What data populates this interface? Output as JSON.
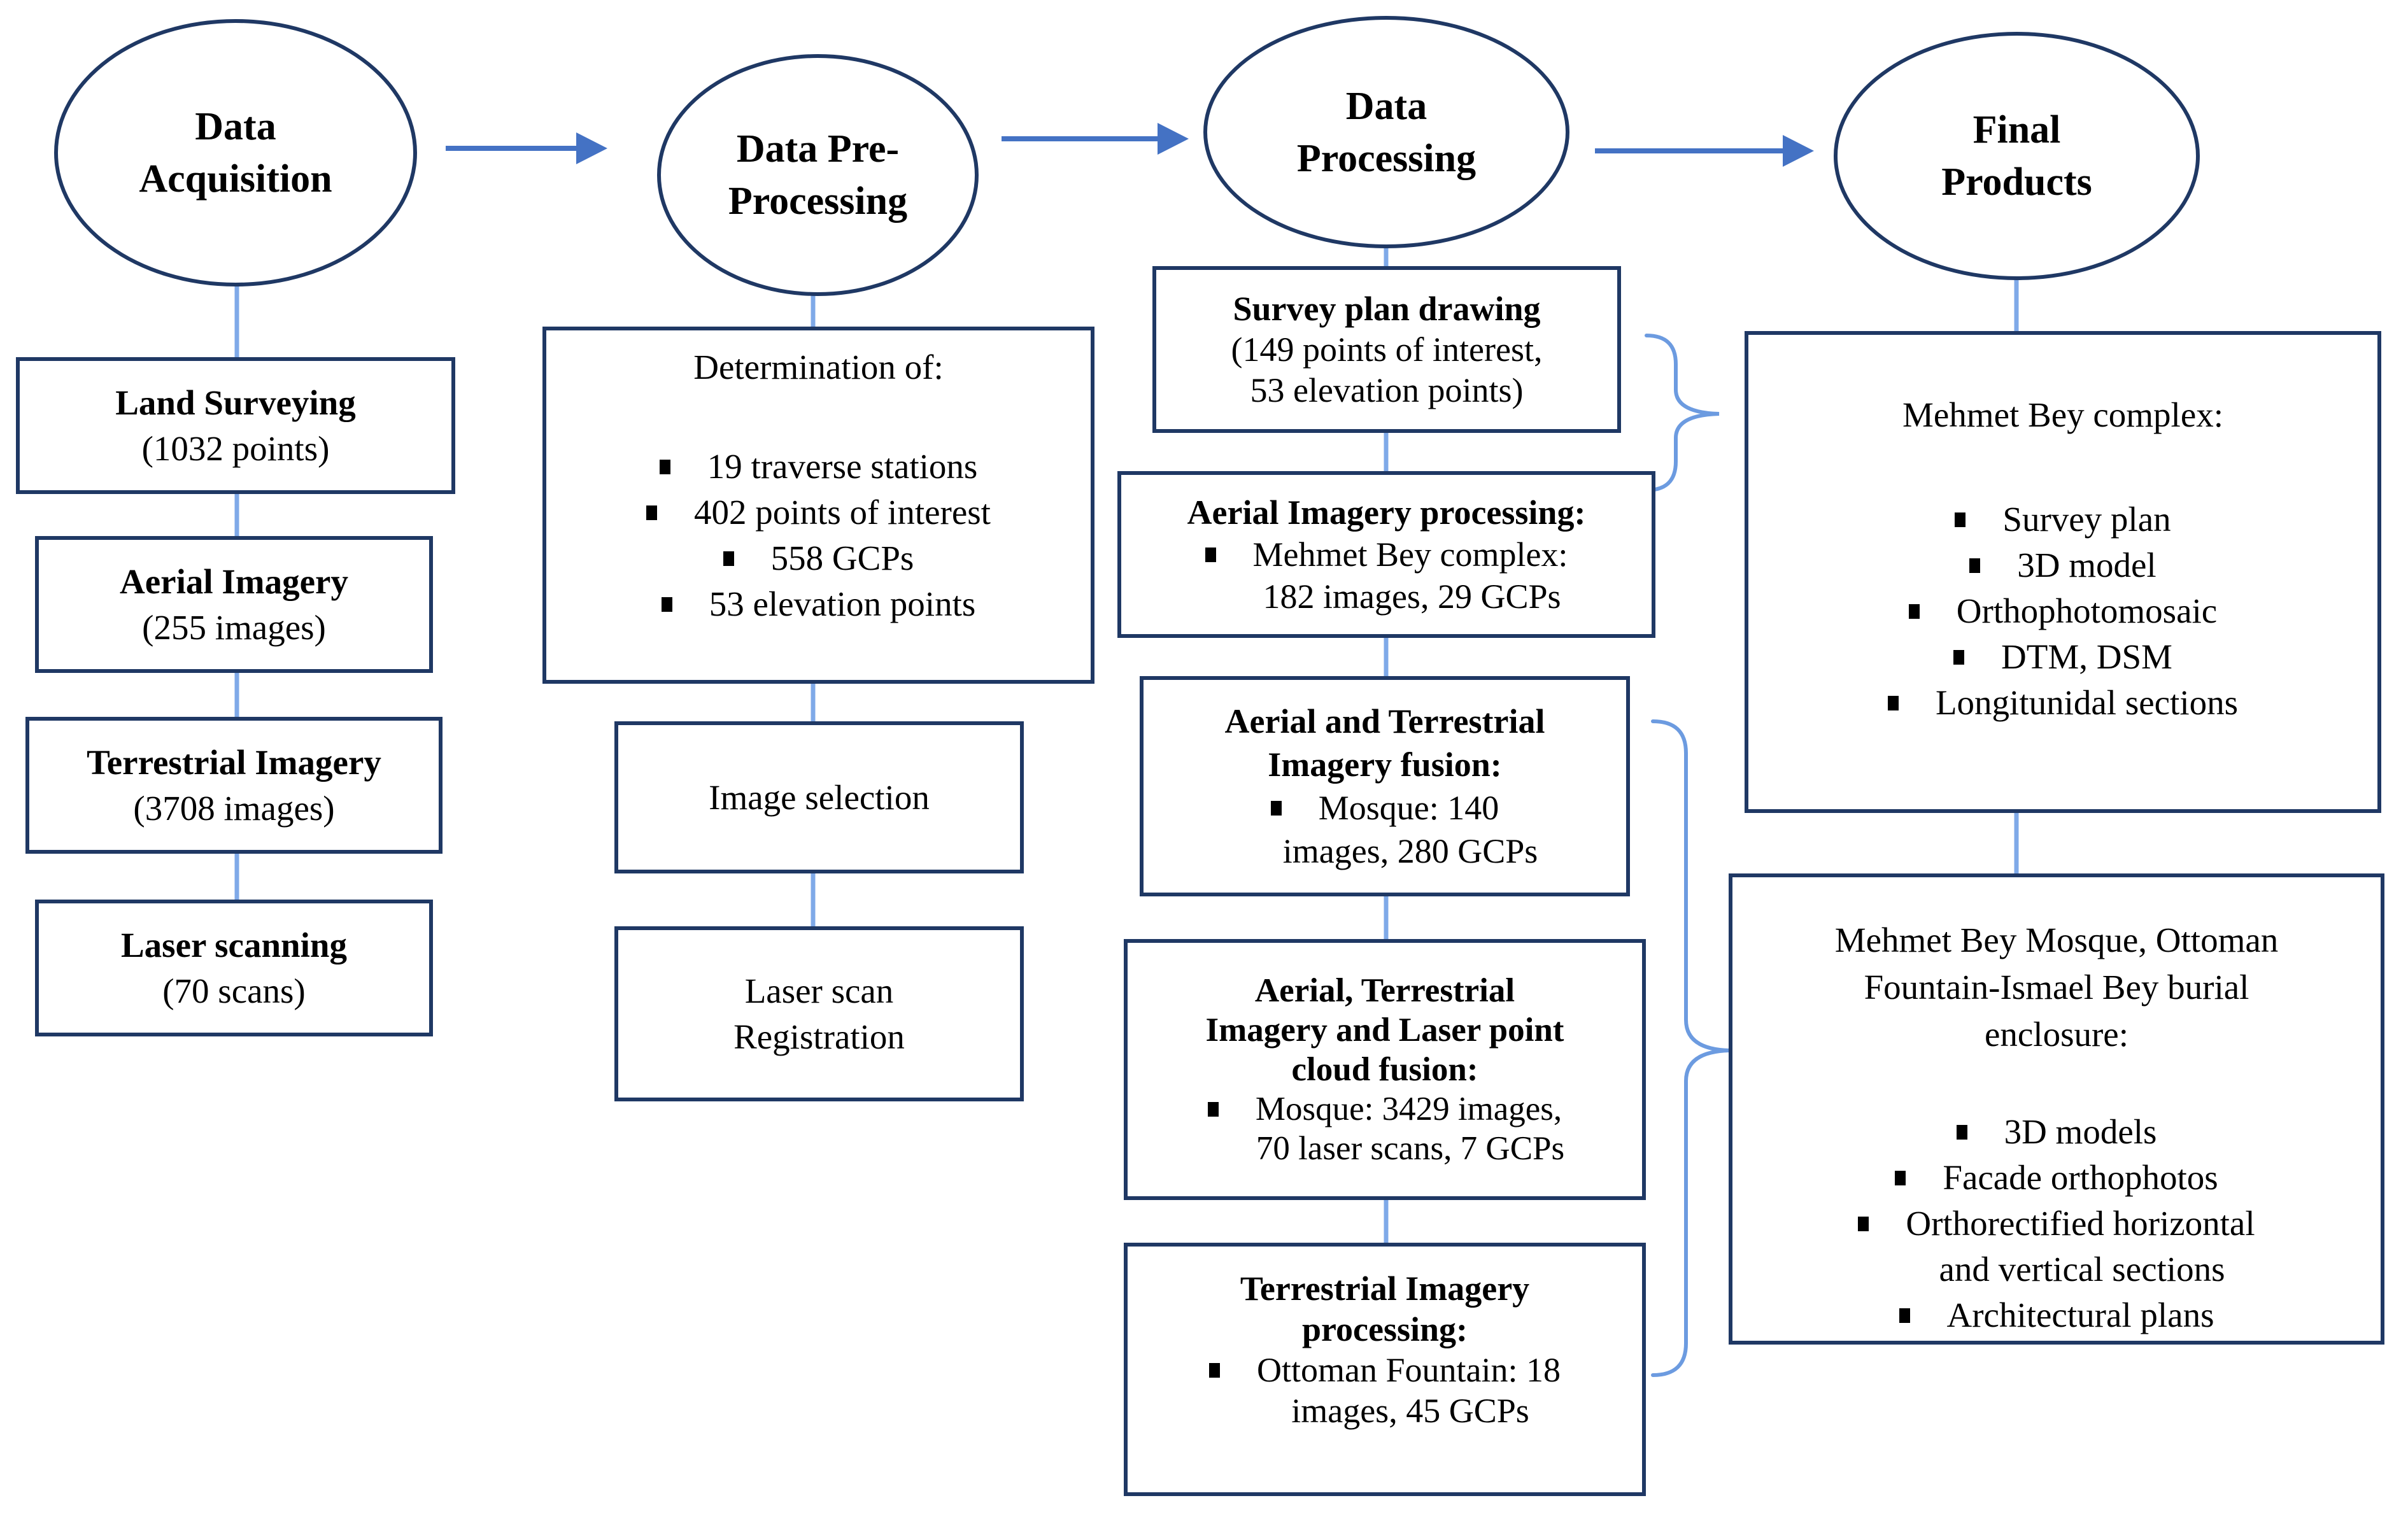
{
  "diagram": {
    "stage1": {
      "ellipse": [
        "Data",
        "Acquisition"
      ],
      "boxes": [
        {
          "title": "Land Surveying",
          "subtitle": "(1032 points)"
        },
        {
          "title": "Aerial Imagery",
          "subtitle": "(255 images)"
        },
        {
          "title": "Terrestrial Imagery",
          "subtitle": "(3708 images)"
        },
        {
          "title": "Laser scanning",
          "subtitle": "(70 scans)"
        }
      ]
    },
    "stage2": {
      "ellipse": [
        "Data Pre-",
        "Processing"
      ],
      "determination": {
        "title": "Determination of:",
        "bullets": [
          "19 traverse stations",
          "402 points of interest",
          "558 GCPs",
          "53 elevation points"
        ]
      },
      "image_selection": {
        "title": "Image selection"
      },
      "laser_registration": {
        "lines": [
          "Laser scan",
          "Registration"
        ]
      }
    },
    "stage3": {
      "ellipse": [
        "Data",
        "Processing"
      ],
      "survey_plan": {
        "lines": [
          "Survey plan drawing",
          "(149 points of interest,",
          "53 elevation points)"
        ]
      },
      "aerial_processing": {
        "title": [
          "Aerial Imagery processing:"
        ],
        "bullet": "Mehmet Bey complex:",
        "continuation": "182 images, 29 GCPs"
      },
      "imagery_fusion": {
        "title": [
          "Aerial and Terrestrial",
          "Imagery fusion:"
        ],
        "bullet": "Mosque: 140",
        "continuation": "images, 280 GCPs"
      },
      "laser_fusion": {
        "title": [
          "Aerial, Terrestrial",
          "Imagery and Laser point",
          "cloud fusion:"
        ],
        "bullet": "Mosque: 3429 images,",
        "continuation": "70 laser scans, 7 GCPs"
      },
      "terrestrial_processing": {
        "title": [
          "Terrestrial Imagery",
          "processing:"
        ],
        "bullet": "Ottoman Fountain: 18",
        "continuation": "images, 45 GCPs"
      }
    },
    "stage4": {
      "ellipse": [
        "Final",
        "Products"
      ],
      "complex_products": {
        "title": "Mehmet Bey complex:",
        "bullets": [
          "Survey plan",
          "3D model",
          "Orthophotomosaic",
          "DTM, DSM",
          "Longitunidal sections"
        ]
      },
      "mosque_products": {
        "title": [
          "Mehmet Bey Mosque, Ottoman",
          "Fountain-Ismael Bey burial",
          "enclosure:"
        ],
        "bullets": [
          "3D models",
          "Facade orthophotos",
          "Orthorectified horizontal"
        ],
        "continuation": "and vertical sections",
        "last_bullet": "Architectural plans"
      }
    }
  },
  "colors": {
    "shape_border": "#1F3864",
    "connector": "#7FA9E8",
    "arrow": "#4472C4",
    "brace": "#6C9BE0",
    "text": "#000000",
    "background": "#FFFFFF"
  }
}
